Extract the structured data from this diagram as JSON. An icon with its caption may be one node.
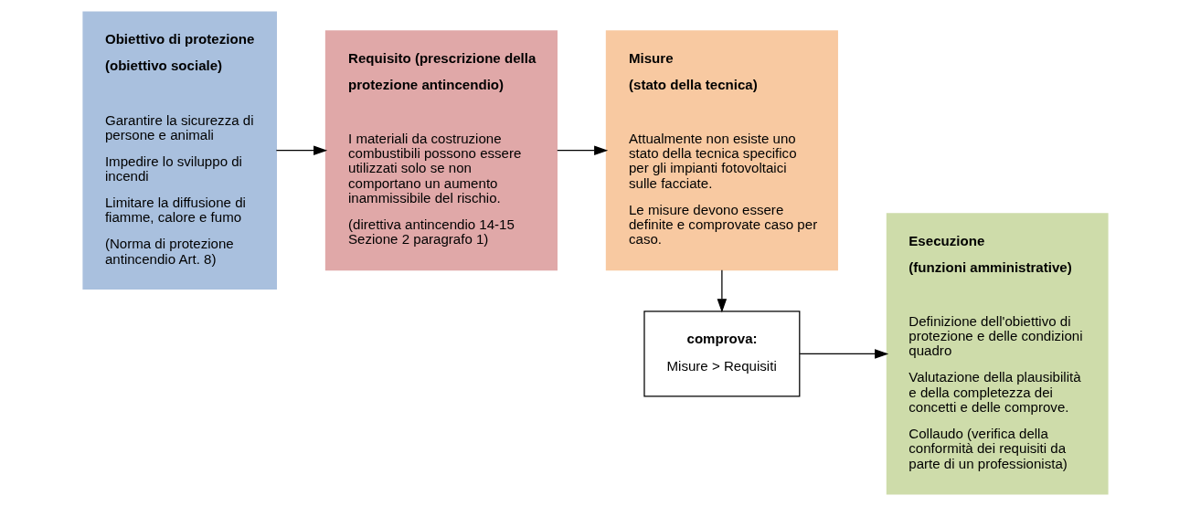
{
  "diagram": {
    "nodes": [
      {
        "text": [
          "Obiettivo di protezione",
          "(obiettivo sociale)",
          "Garantire la sicurezza di persone e animali",
          "Impedire lo sviluppo di incendi",
          "Limitare la diffusione di fiamme, calore e fumo",
          "(Norma di protezione antincendio Art. 8)"
        ]
      },
      {
        "text": [
          "Requisito (prescrizione della",
          "protezione antincendio)",
          "I materiali da costruzione combustibili possono essere utilizzati solo se non comportano un aumento inammissibile del rischio.",
          "(direttiva antincendio 14-15 Sezione 2 paragrafo 1)"
        ]
      },
      {
        "text": [
          "Misure",
          "(stato della tecnica)",
          "Attualmente non esiste uno stato della tecnica specifico per gli impianti fotovoltaici sulle facciate.",
          "Le misure devono essere definite e comprovate caso per caso."
        ]
      },
      {
        "text": [
          "Esecuzione",
          "(funzioni amministrative)",
          "Definizione dell'obiettivo di protezione e delle condizioni quadro",
          "Valutazione della plausibilità e della completezza dei concetti e delle comprove.",
          "Collaudo (verifica della conformità dei requisiti da parte di un professionista)"
        ]
      },
      {
        "text": [
          "comprova:",
          "Misure > Requisiti"
        ]
      }
    ],
    "edges": [
      {
        "from": 0,
        "to": 1,
        "arrow": "to"
      },
      {
        "from": 1,
        "to": 2,
        "arrow": "to"
      },
      {
        "from": 2,
        "to": 4,
        "arrow": "to"
      },
      {
        "from": 4,
        "to": 3,
        "arrow": "to"
      }
    ]
  }
}
